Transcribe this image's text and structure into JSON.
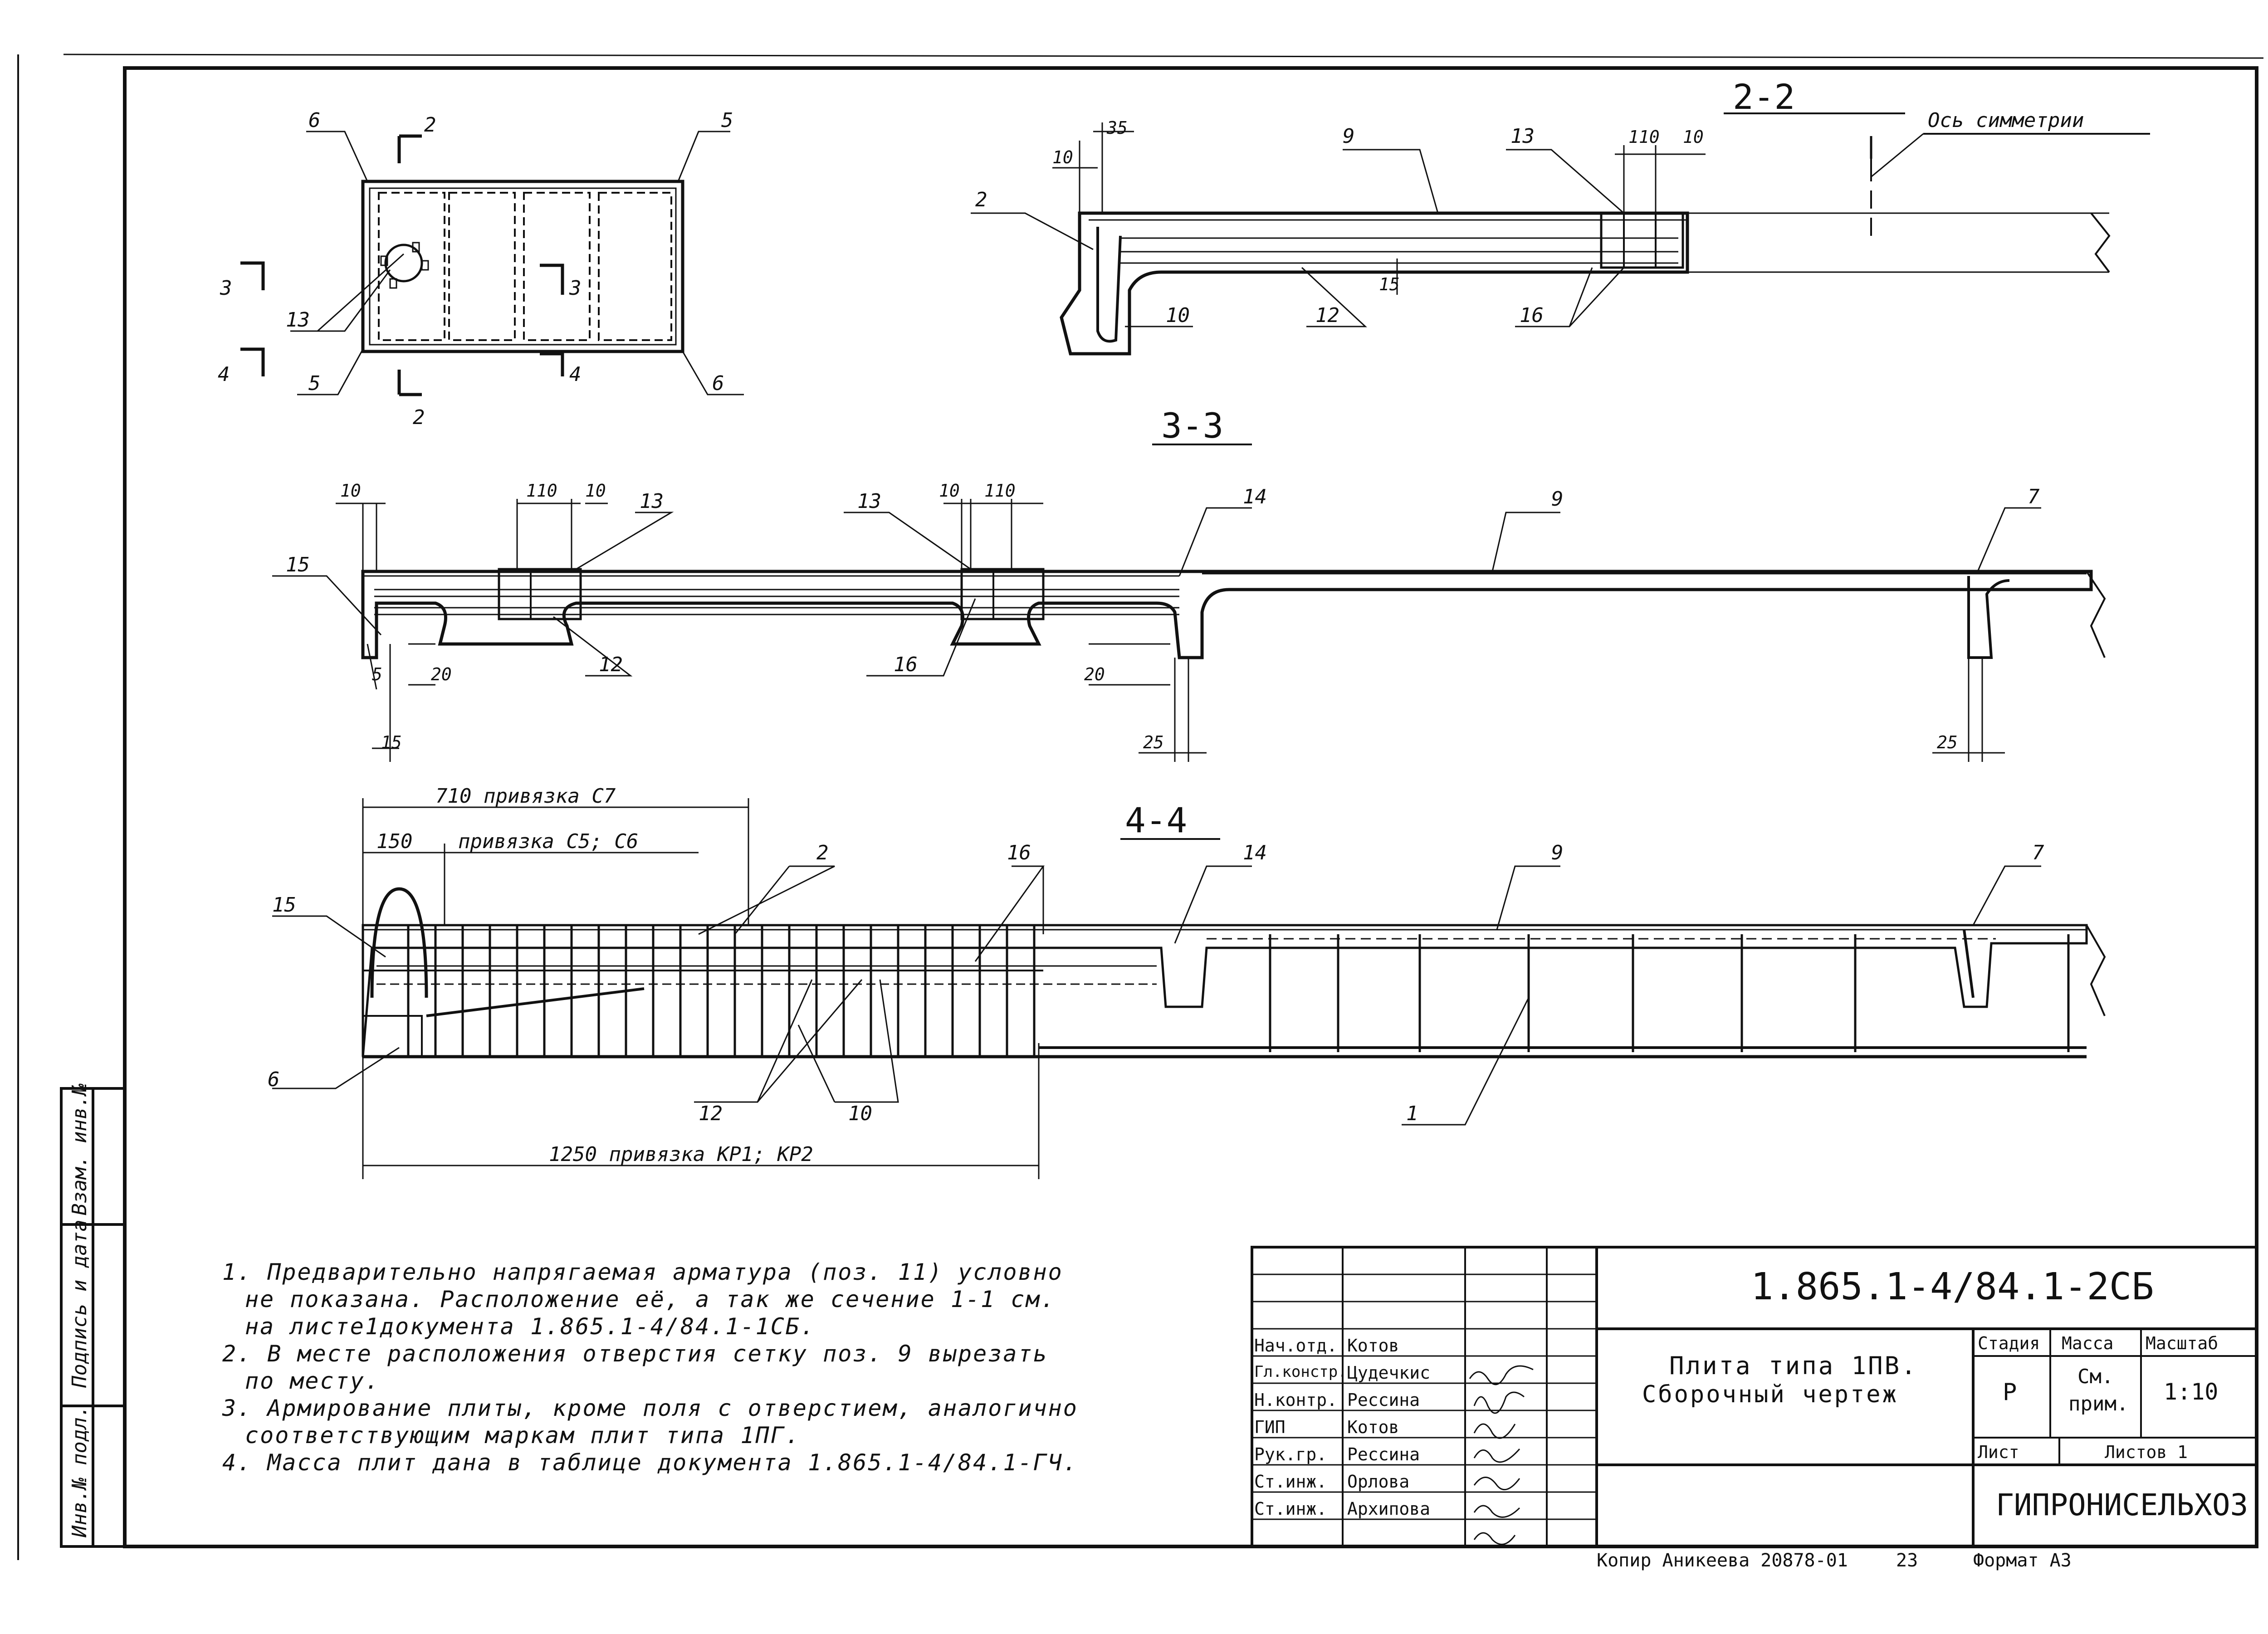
{
  "sections": {
    "s22": "2-2",
    "s33": "3-3",
    "s44": "4-4",
    "sym_axis": "Ось симметрии"
  },
  "plan_marks": {
    "c6a": "6",
    "c5a": "5",
    "c2a": "2",
    "c3a": "3",
    "c3b": "3",
    "c13": "13",
    "c4a": "4",
    "c4b": "4",
    "c5b": "5",
    "c2b": "2",
    "c6b": "6"
  },
  "s22_marks": {
    "d35": "35",
    "d10a": "10",
    "d110": "110",
    "d10b": "10",
    "d15": "15",
    "c9": "9",
    "c13": "13",
    "c2": "2",
    "c10": "10",
    "c12": "12",
    "c16": "16"
  },
  "s33_marks": {
    "d10a": "10",
    "d110a": "110",
    "d10b": "10",
    "c13a": "13",
    "c13b": "13",
    "d10c": "10",
    "d110b": "110",
    "c14": "14",
    "c9": "9",
    "c7": "7",
    "c15": "15",
    "c12": "12",
    "c16": "16",
    "d5": "5",
    "d20a": "20",
    "d20b": "20",
    "d15": "15",
    "d25a": "25",
    "d25b": "25"
  },
  "s44_marks": {
    "dim710": "710 привязка С7",
    "dim150": "150",
    "bind56": "привязка С5; С6",
    "c2": "2",
    "c16": "16",
    "c14": "14",
    "c9": "9",
    "c7": "7",
    "c15": "15",
    "c6": "6",
    "c12": "12",
    "c10": "10",
    "c1": "1",
    "dim1250": "1250 привязка КР1; КР2"
  },
  "notes": [
    "1. Предварительно напрягаемая арматура (поз. 11) условно",
    "не показана. Расположение её, а так же сечение 1-1 см.",
    "на листе1документа 1.865.1-4/84.1-1СБ.",
    "2. В месте расположения отверстия сетку поз. 9 вырезать",
    "по месту.",
    "3. Армирование плиты, кроме поля с отверстием, аналогично",
    "соответствующим маркам плит типа 1ПГ.",
    "4. Масса плит дана в таблице документа 1.865.1-4/84.1-ГЧ."
  ],
  "side_stamp": {
    "inv_podl": "Инв.№ подл.",
    "podpis": "Подпись и дата",
    "vzam": "Взам. инв.№"
  },
  "title_block": {
    "doc_code": "1.865.1-4/84.1-2СБ",
    "title_line1": "Плита типа 1ПВ.",
    "title_line2": "Сборочный чертеж",
    "stage_h": "Стадия",
    "mass_h": "Масса",
    "scale_h": "Масштаб",
    "stage": "Р",
    "mass_line1": "См.",
    "mass_line2": "прим.",
    "scale": "1:10",
    "sheet_h": "Лист",
    "sheets_h": "Листов 1",
    "org": "ГИПРОНИСЕЛЬХОЗ",
    "people": [
      {
        "role": "Нач.отд.",
        "name": "Котов"
      },
      {
        "role": "Гл.констр.",
        "name": "Цудечкис"
      },
      {
        "role": "Н.контр.",
        "name": "Рессина"
      },
      {
        "role": "ГИП",
        "name": "Котов"
      },
      {
        "role": "Рук.гр.",
        "name": "Рессина"
      },
      {
        "role": "Ст.инж.",
        "name": "Орлова"
      },
      {
        "role": "Ст.инж.",
        "name": "Архипова"
      }
    ],
    "footer_copy": "Копир Аникеева 20878-01",
    "footer_page": "23",
    "footer_format": "Формат А3"
  }
}
